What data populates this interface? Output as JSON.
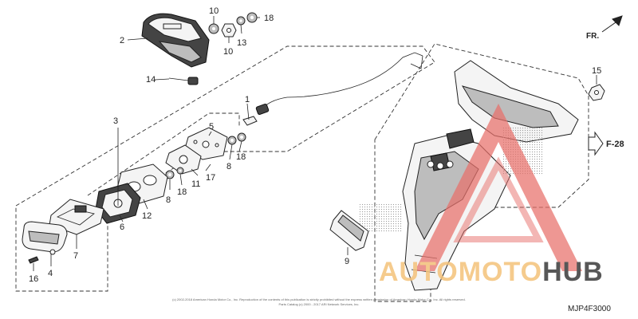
{
  "diagram": {
    "callouts": [
      "1",
      "2",
      "3",
      "4",
      "5",
      "6",
      "7",
      "8",
      "8",
      "9",
      "10",
      "10",
      "11",
      "12",
      "13",
      "14",
      "15",
      "16",
      "17",
      "18",
      "18",
      "18"
    ],
    "direction_label": "FR.",
    "reference_label": "F-28",
    "diagram_code": "MJP4F3000",
    "copyright_line1": "(c) 2002-2018 American Honda Motor Co., Inc. Reproduction of the contents of this publication is strictly prohibited without the express written permission of American Honda Motor Co., Inc. All rights reserved.",
    "copyright_line2": "Parts Catalog (c) 2000 - 2017 ARI Network Services, Inc.",
    "watermark": {
      "part1": "AUTOMOTO",
      "part2": "HUB",
      "accent_color": "#e8706a",
      "secondary_color": "#f4c27a",
      "dark_color": "#3a3a3a"
    }
  }
}
